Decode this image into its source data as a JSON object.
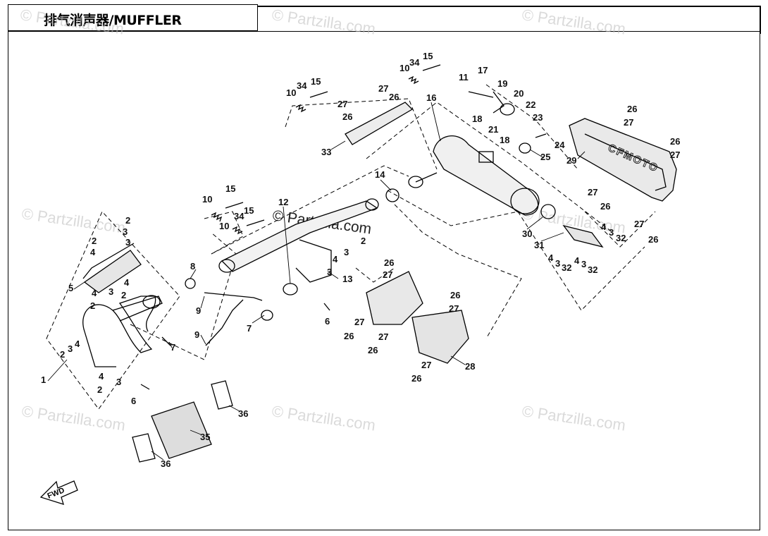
{
  "title": "排气消声器/MUFFLER",
  "watermark": "© Partzilla.com",
  "fwd_label": "FWD",
  "brand_on_cover": "CFMOTO",
  "callouts": [
    {
      "n": "1"
    },
    {
      "n": "2"
    },
    {
      "n": "3"
    },
    {
      "n": "4"
    },
    {
      "n": "5"
    },
    {
      "n": "6"
    },
    {
      "n": "7"
    },
    {
      "n": "8"
    },
    {
      "n": "9"
    },
    {
      "n": "10"
    },
    {
      "n": "11"
    },
    {
      "n": "12"
    },
    {
      "n": "13"
    },
    {
      "n": "14"
    },
    {
      "n": "15"
    },
    {
      "n": "16"
    },
    {
      "n": "17"
    },
    {
      "n": "18"
    },
    {
      "n": "19"
    },
    {
      "n": "20"
    },
    {
      "n": "21"
    },
    {
      "n": "22"
    },
    {
      "n": "23"
    },
    {
      "n": "24"
    },
    {
      "n": "25"
    },
    {
      "n": "26"
    },
    {
      "n": "27"
    },
    {
      "n": "28"
    },
    {
      "n": "29"
    },
    {
      "n": "30"
    },
    {
      "n": "31"
    },
    {
      "n": "32"
    },
    {
      "n": "33"
    },
    {
      "n": "34"
    },
    {
      "n": "35"
    },
    {
      "n": "36"
    }
  ]
}
